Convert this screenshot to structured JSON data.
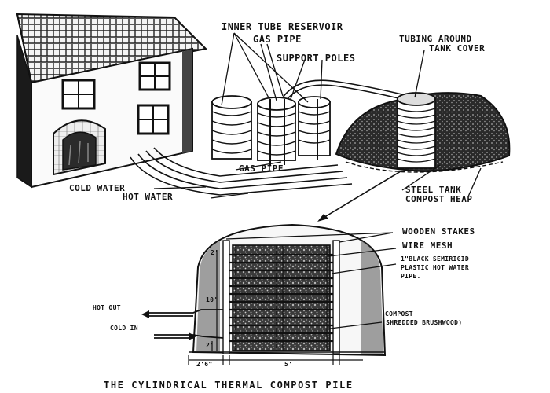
{
  "labels": {
    "inner_tube_reservoir": "INNER TUBE RESERVOIR",
    "gas_pipe_top": "GAS PIPE",
    "tubing_around_line1": "TUBING AROUND",
    "tubing_around_line2": "TANK COVER",
    "support_poles": "SUPPORT POLES",
    "gas_pipe_bottom": "GAS PIPE",
    "cold_water": "COLD WATER",
    "hot_water": "HOT WATER",
    "steel_tank": "STEEL TANK",
    "compost_heap": "COMPOST HEAP",
    "wooden_stakes": "WOODEN STAKES",
    "wire_mesh": "WIRE MESH",
    "plastic_pipe_line1": "1\"BLACK SEMIRIGID",
    "plastic_pipe_line2": "PLASTIC HOT WATER",
    "plastic_pipe_line3": "PIPE.",
    "hot_out": "HOT OUT",
    "cold_in": "COLD IN",
    "compost_line1": "COMPOST",
    "compost_line2": "(SHREDDED BRUSHWOOD)",
    "dim_height": "10'",
    "dim_left": "2'6\"",
    "dim_mid": "5'",
    "dim_small1": "2'",
    "dim_small2": "2'"
  },
  "caption": "THE CYLINDRICAL THERMAL COMPOST PILE"
}
